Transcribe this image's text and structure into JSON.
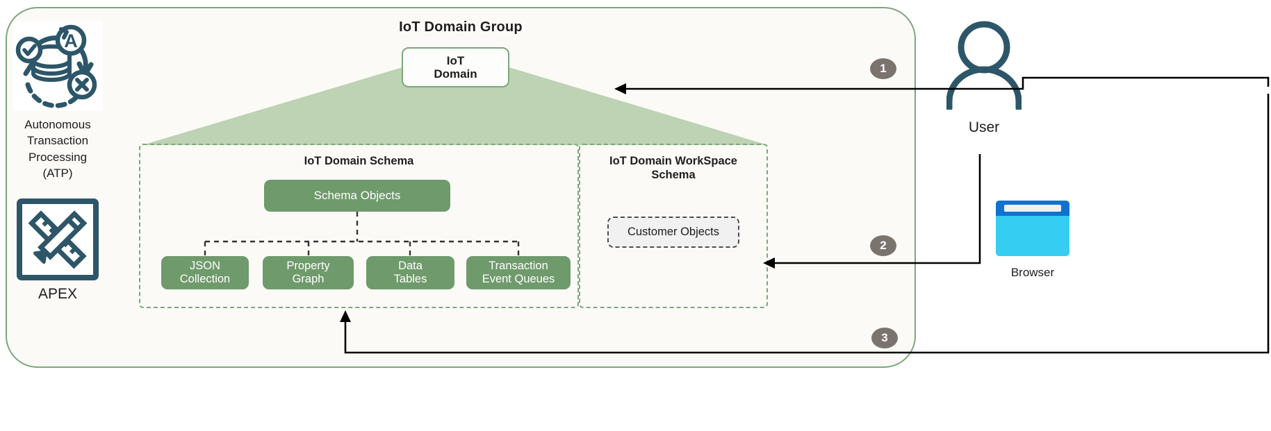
{
  "diagram": {
    "title": "IoT Domain Group",
    "group_box": {
      "label": "IoT Domain Group",
      "border_color": "#7aa87a",
      "fill_color": "#fbfaf7"
    }
  },
  "left_stack": {
    "atp": {
      "icon": "autonomous-transaction-processing-icon",
      "label_line1": "Autonomous",
      "label_line2": "Transaction",
      "label_line3": "Processing",
      "label_line4": "(ATP)",
      "label_full": "Autonomous Transaction Processing (ATP)",
      "icon_color": "#2d5668"
    },
    "apex": {
      "icon": "apex-pencil-ruler-icon",
      "label": "APEX",
      "icon_color": "#2d5668"
    }
  },
  "domain": {
    "node_label_line1": "IoT",
    "node_label_line2": "Domain",
    "node_label": "IoT Domain",
    "pyramid_fill": "#bed2b4"
  },
  "schemas": [
    {
      "id": "iot-domain-schema",
      "title_line1": "IoT Domain Schema",
      "title": "IoT Domain Schema",
      "root_node": "Schema Objects",
      "children": [
        {
          "line1": "JSON",
          "line2": "Collection",
          "label": "JSON Collection"
        },
        {
          "line1": "Property",
          "line2": "Graph",
          "label": "Property Graph"
        },
        {
          "line1": "Data",
          "line2": "Tables",
          "label": "Data Tables"
        },
        {
          "line1": "Transaction",
          "line2": "Event Queues",
          "label": "Transaction Event Queues"
        }
      ]
    },
    {
      "id": "iot-domain-workspace-schema",
      "title_line1": "IoT Domain WorkSpace",
      "title_line2": "Schema",
      "title": "IoT Domain WorkSpace Schema",
      "children": [
        {
          "label": "Customer Objects"
        }
      ]
    }
  ],
  "actors": {
    "user": {
      "label": "User",
      "icon": "user-person-icon",
      "color": "#2d5668"
    },
    "browser": {
      "label": "Browser",
      "icon": "browser-window-icon",
      "title_bar_color": "#0f72d1",
      "body_color": "#35cdf2"
    }
  },
  "steps": [
    {
      "number": "1",
      "from": "User",
      "to": "IoT Domain"
    },
    {
      "number": "2",
      "from": "User",
      "to": "IoT Domain WorkSpace Schema"
    },
    {
      "number": "3",
      "from": "Browser",
      "to": "IoT Domain Schema"
    }
  ],
  "colors": {
    "node_green": "#6f9a6c",
    "border_green": "#7aa87a",
    "pyramid_green": "#bed2b4",
    "icon_teal": "#2d5668",
    "badge_grey": "#7b736e",
    "canvas": "#ffffff"
  }
}
